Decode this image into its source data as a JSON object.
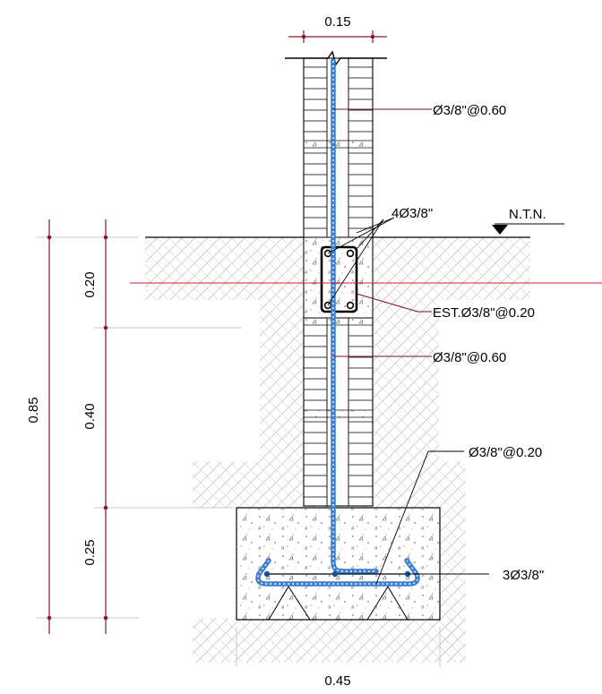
{
  "dimensions": {
    "wall_thickness": "0.15",
    "total_depth": "0.85",
    "beam_height": "0.20",
    "wall_below_beam": "0.40",
    "footing_height": "0.25",
    "footing_width": "0.45"
  },
  "labels": {
    "ground_level": "N.T.N.",
    "vertical_rebar_top": "Ø3/8\"@0.60",
    "beam_longitudinal_bars": "4Ø3/8\"",
    "beam_stirrups": "EST.Ø3/8\"@0.20",
    "vertical_rebar_below": "Ø3/8\"@0.60",
    "footing_transverse_bars": "Ø3/8\"@0.20",
    "footing_longitudinal_bars": "3Ø3/8\""
  },
  "colors": {
    "rebar": "#3a7fd0",
    "rebar_dark": "#1d4f9a",
    "dimension": "#8b1a2b",
    "leader": "#7a1020",
    "section_line": "#d0202c",
    "outline": "#000000"
  }
}
